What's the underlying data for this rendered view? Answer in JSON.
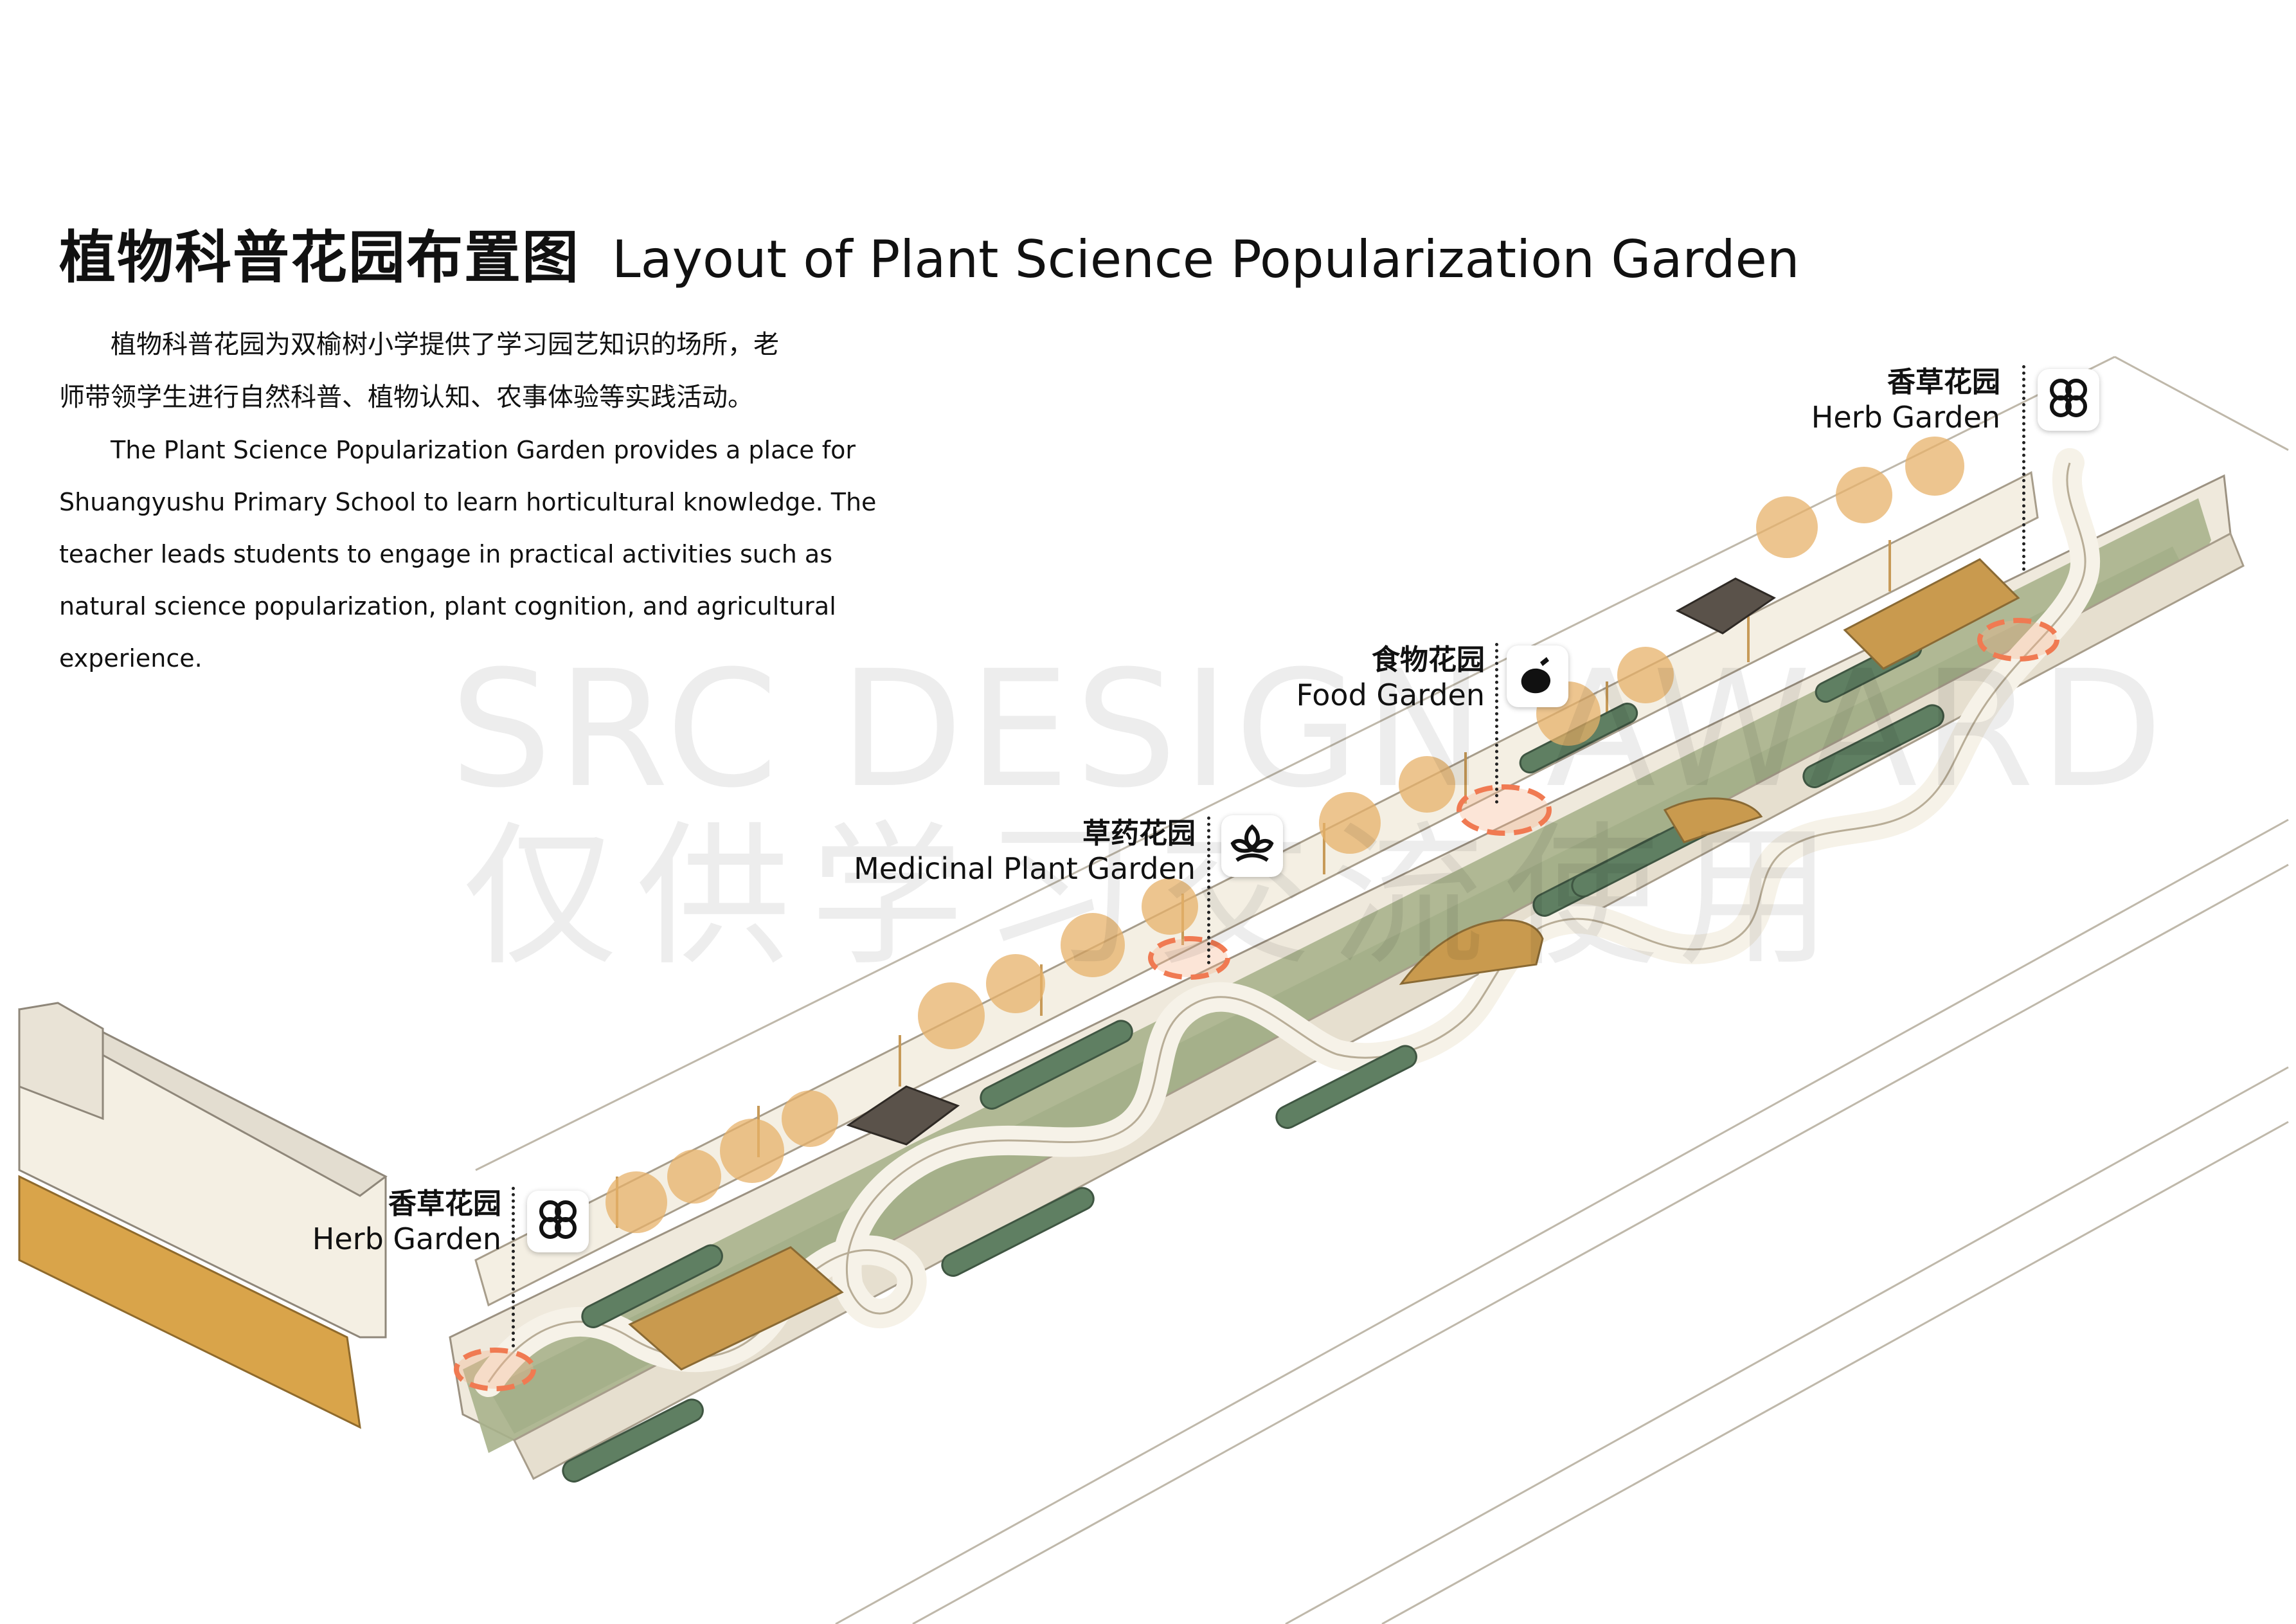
{
  "title": {
    "zh": "植物科普花园布置图",
    "en": "Layout of Plant Science Popularization Garden"
  },
  "description": {
    "zh_line1": "植物科普花园为双榆树小学提供了学习园艺知识的场所，老",
    "zh_line2": "师带领学生进行自然科普、植物认知、农事体验等实践活动。",
    "en": "The Plant Science Popularization Garden provides a place for Shuangyushu Primary School to learn horticultural knowledge. The teacher leads students to engage in practical activities such as natural science popularization, plant cognition, and agricultural experience."
  },
  "watermark": {
    "line1": "SRC DESIGN AWARD",
    "line2": "仅供学习交流使用"
  },
  "labels": [
    {
      "zh": "香草花园",
      "en": "Herb Garden",
      "icon": "clover-icon"
    },
    {
      "zh": "草药花园",
      "en": "Medicinal Plant Garden",
      "icon": "herb-leaves-icon"
    },
    {
      "zh": "食物花园",
      "en": "Food Garden",
      "icon": "eggplant-icon"
    },
    {
      "zh": "香草花园",
      "en": "Herb Garden",
      "icon": "clover-icon"
    }
  ],
  "colors": {
    "lawn": "#a9b38c",
    "beds": "#5f7f62",
    "path": "#f4f0e6",
    "trees": "#e7b26a",
    "deck": "#c99a4e",
    "highlight": "#f07a52",
    "building": "#d9a44a"
  }
}
